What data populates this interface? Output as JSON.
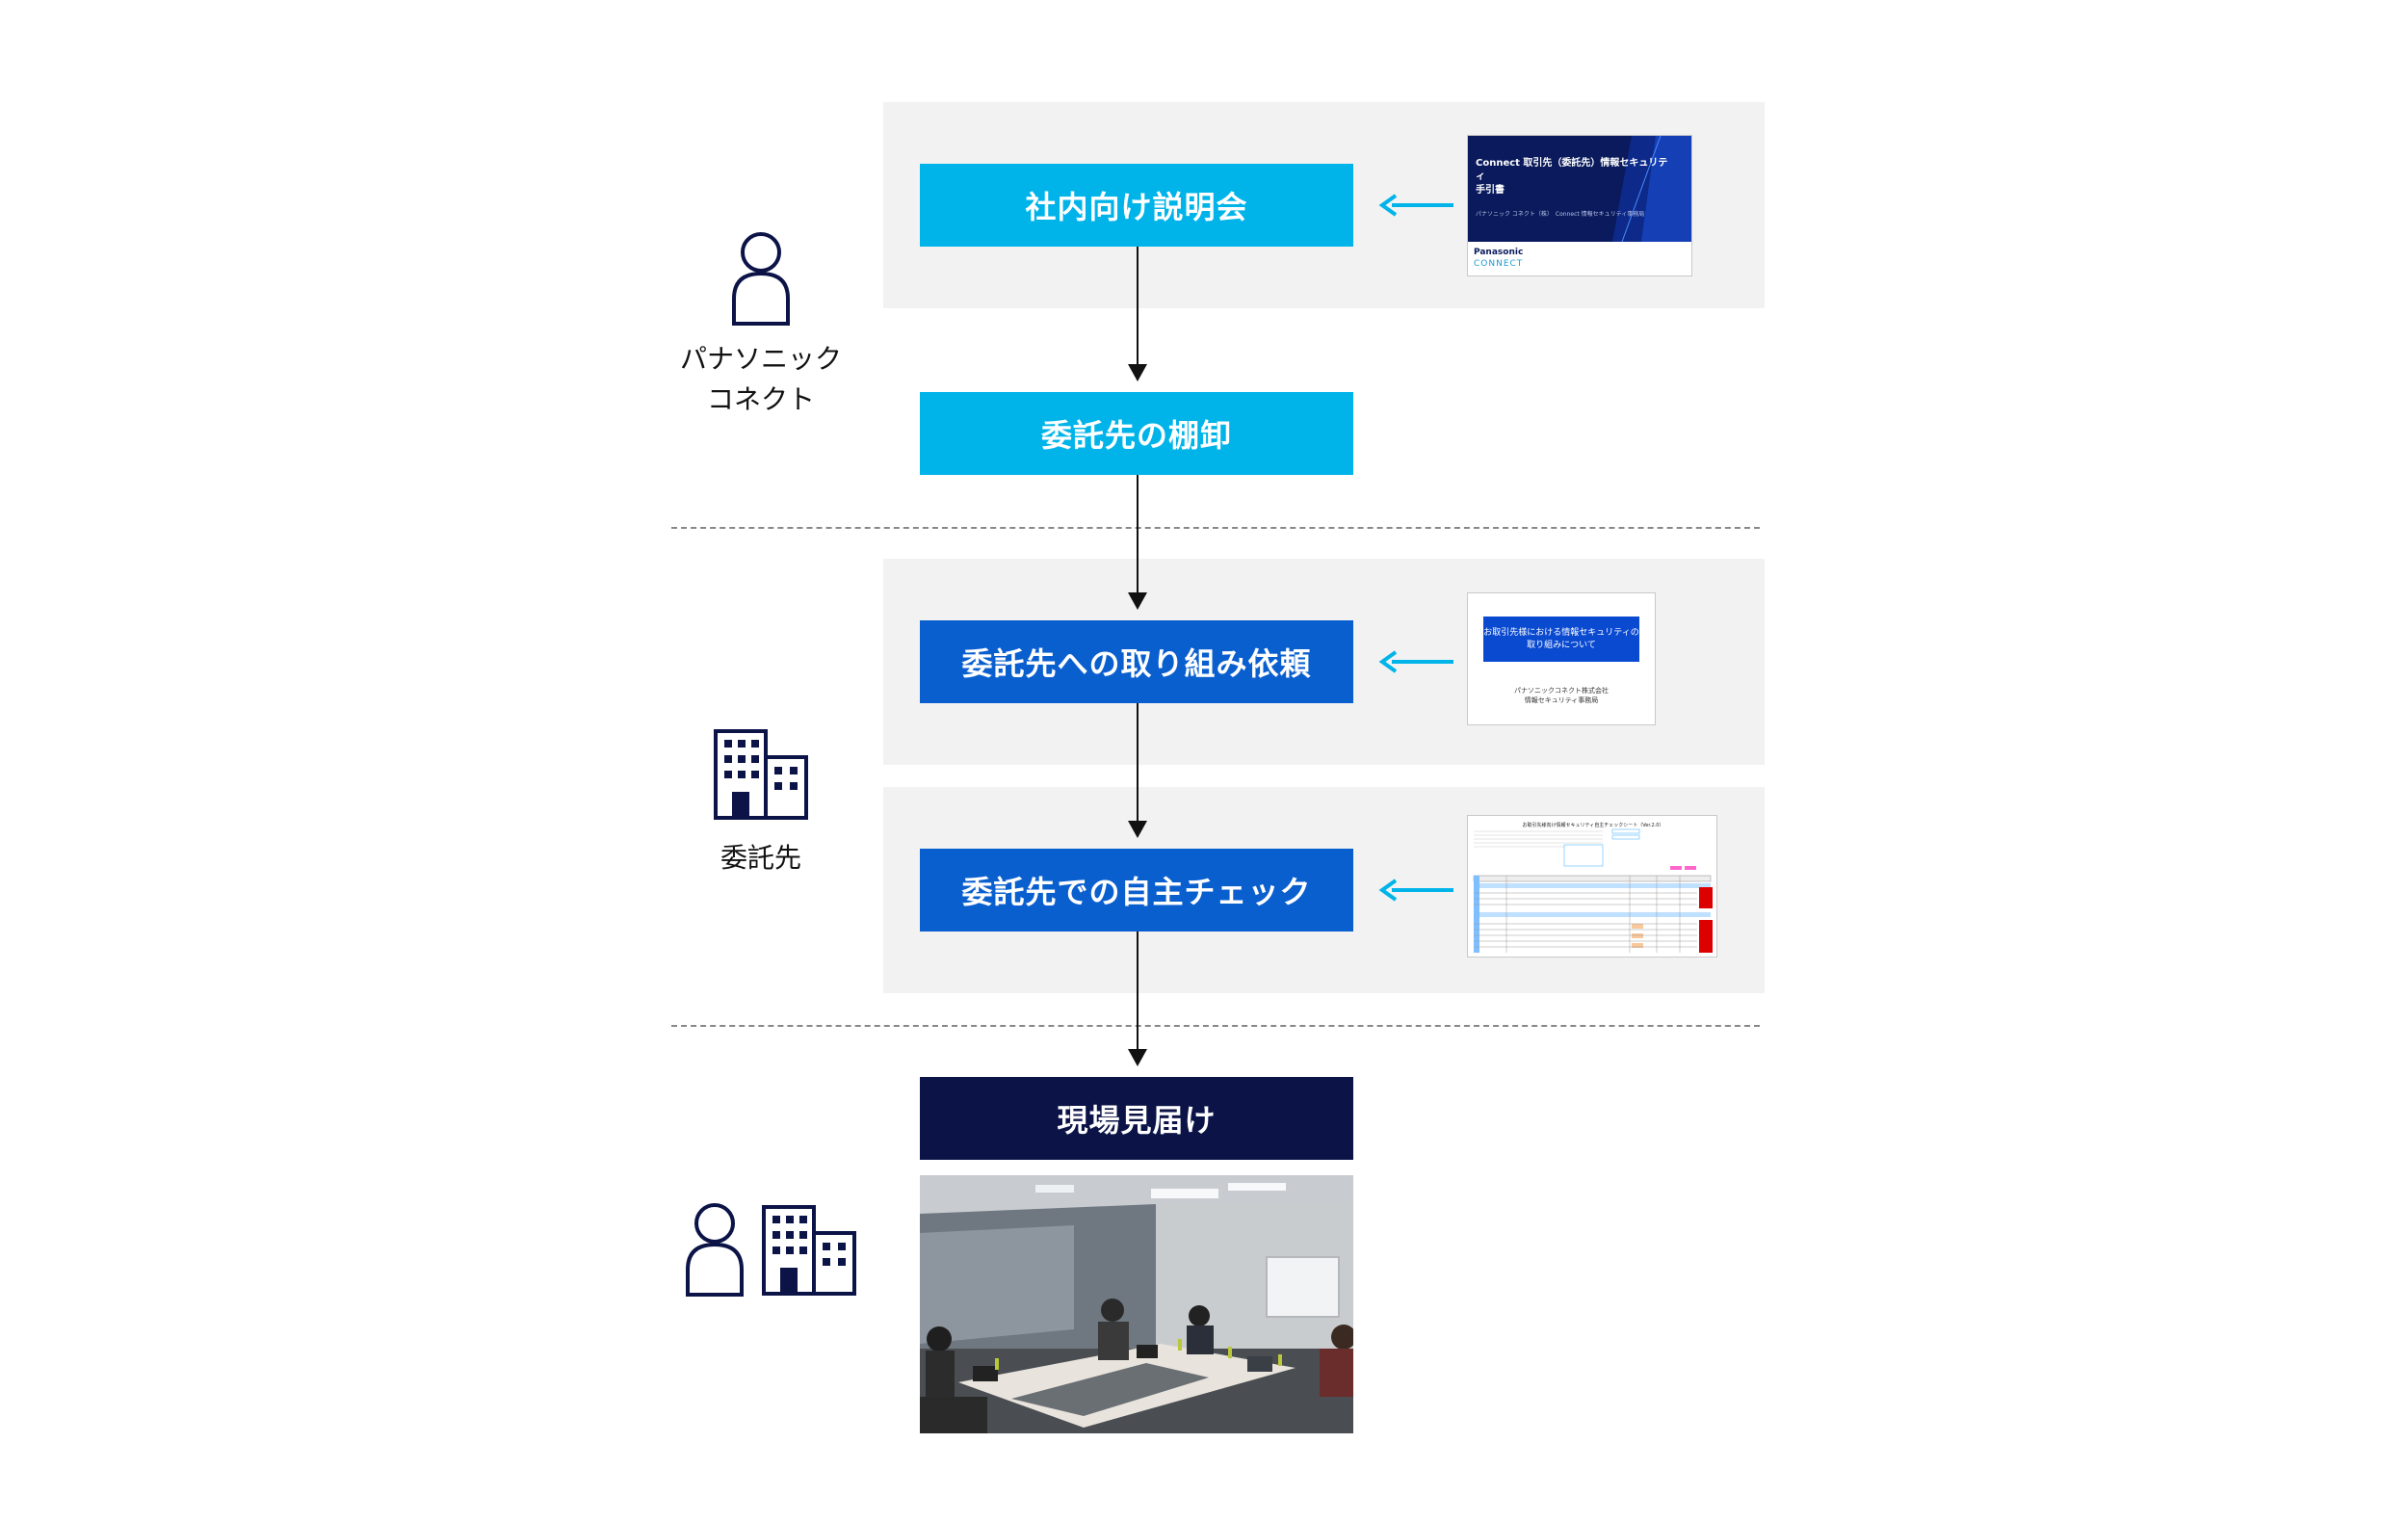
{
  "actors": {
    "panasonic_label_line1": "パナソニック",
    "panasonic_label_line2": "コネクト",
    "contractor_label": "委託先"
  },
  "steps": [
    {
      "label": "社内向け説明会",
      "color": "#00b4e9"
    },
    {
      "label": "委託先の棚卸",
      "color": "#00b4e9"
    },
    {
      "label": "委託先への取り組み依頼",
      "color": "#0a5fcf"
    },
    {
      "label": "委託先での自主チェック",
      "color": "#0a5fcf"
    },
    {
      "label": "現場見届け",
      "color": "#0c1447"
    }
  ],
  "documents": {
    "guide": {
      "title_line1": "Connect 取引先（委託先）情報セキュリティ",
      "title_line2": "手引書",
      "subtitle": "パナソニック コネクト（株）　Connect 情報セキュリティ事務局",
      "logo_line1": "Panasonic",
      "logo_line2": "CONNECT"
    },
    "request": {
      "title": "お取引先様における情報セキュリティの取り組みについて",
      "org_line1": "パナソニックコネクト株式会社",
      "org_line2": "情報セキュリティ事務局"
    },
    "checklist": {
      "title": "お取引先様向け情報セキュリティ自主チェックシート（Ver.2.0）"
    }
  },
  "colors": {
    "panel_bg": "#f2f2f2",
    "light_blue": "#00b4e9",
    "mid_blue": "#0a5fcf",
    "navy": "#0c1447",
    "icon_navy": "#0c1447"
  },
  "icons": [
    "person-icon",
    "building-icon",
    "arrow-left-icon",
    "arrow-down-icon"
  ]
}
